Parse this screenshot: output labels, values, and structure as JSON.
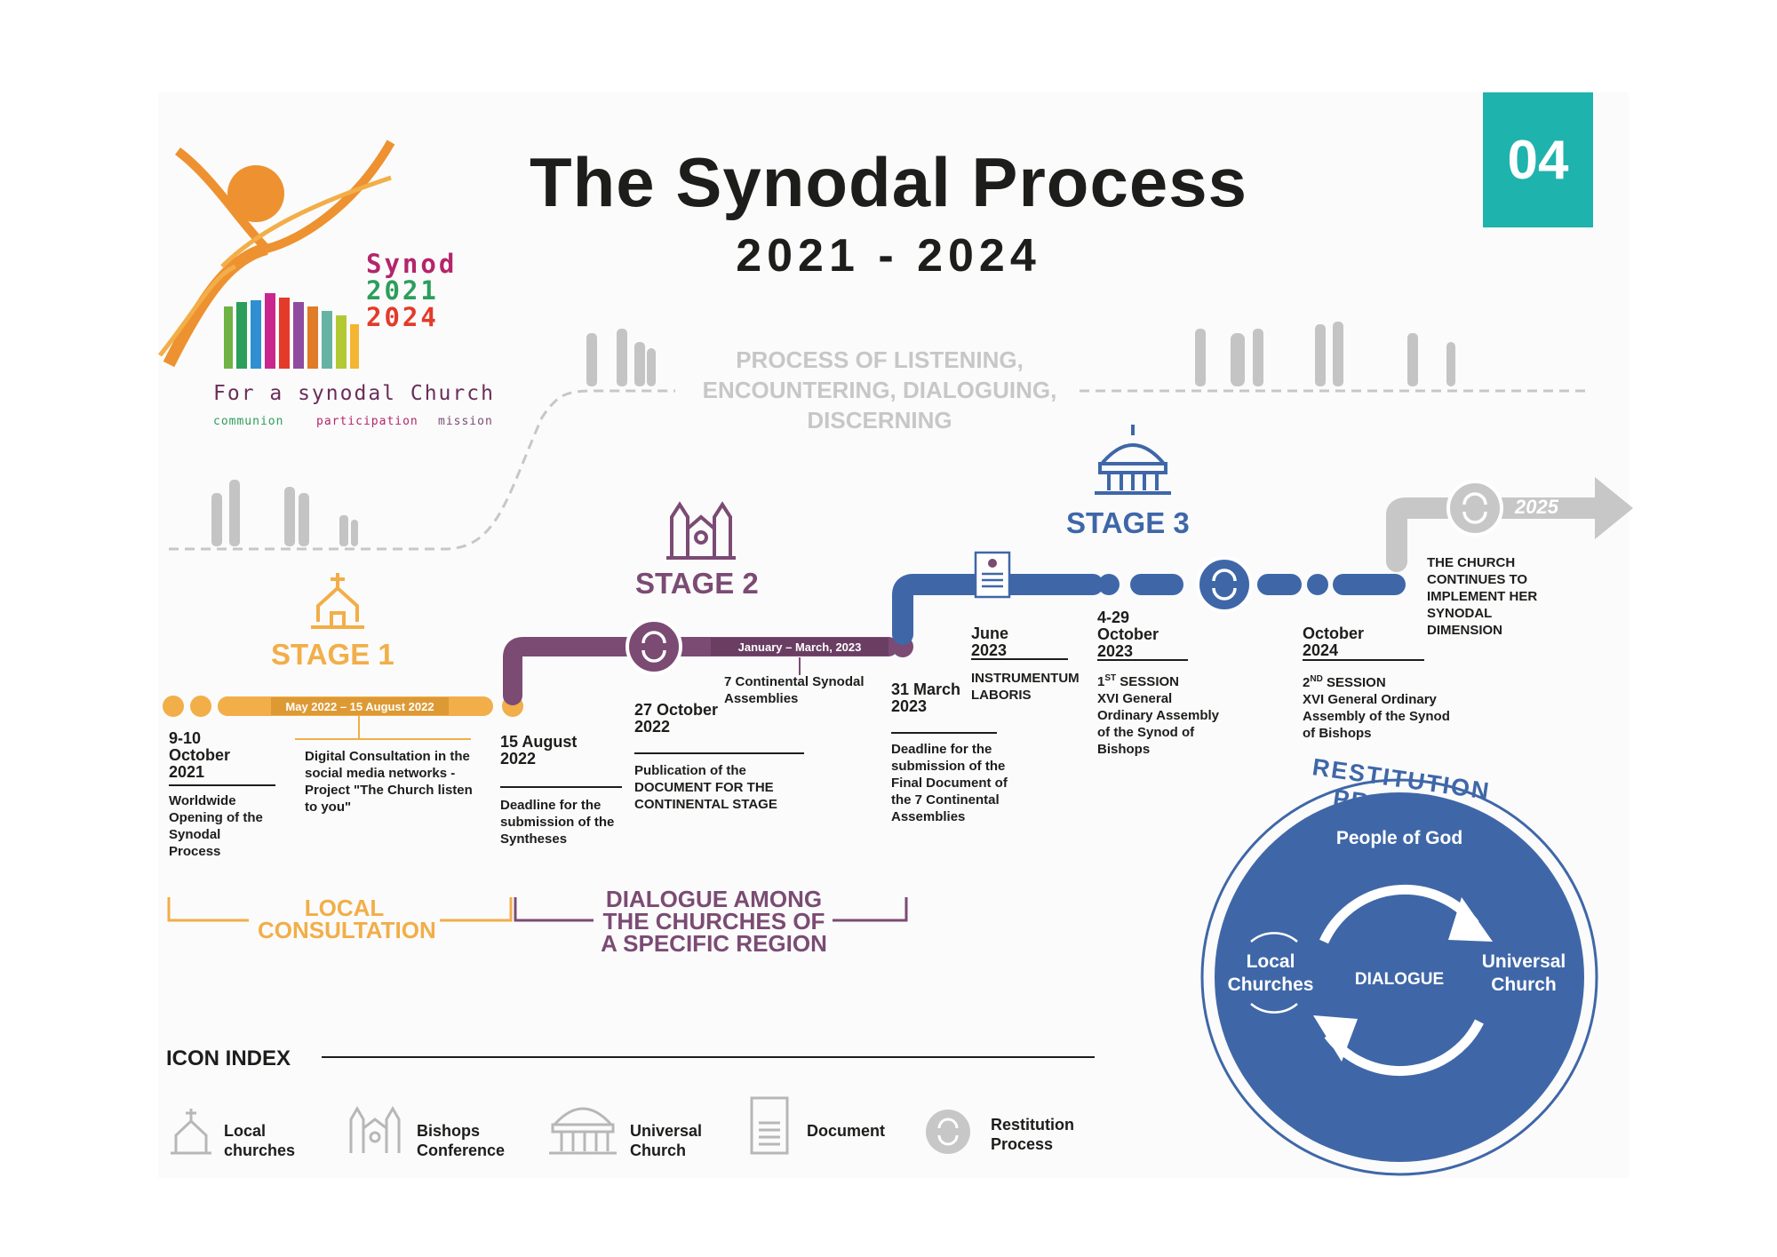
{
  "header": {
    "title": "The Synodal Process",
    "years": "2021  -  2024",
    "number": "04"
  },
  "logo": {
    "line1": "Synod",
    "line2": "2021",
    "line3": "2024",
    "tagline": "For a synodal Church",
    "sub1": "communion",
    "sub2": "participation",
    "sub3": "mission"
  },
  "listening": "PROCESS OF LISTENING, ENCOUNTERING, DIALOGUING, DISCERNING",
  "stages": {
    "stage1": "STAGE 1",
    "stage2": "STAGE 2",
    "stage3": "STAGE 3"
  },
  "periods": {
    "p1": "May 2022 – 15 August 2022",
    "p2": "January – March, 2023"
  },
  "year_2025": "2025",
  "events": {
    "e1_date": "9-10 October 2021",
    "e1_text": "Worldwide Opening of the Synodal Process",
    "e2_text": "Digital Consultation in the social media networks - Project \"The Church listen to you\"",
    "e3_date": "15 August 2022",
    "e3_text": "Deadline for the submission of the Syntheses",
    "e4_date": "27 October 2022",
    "e4_text": "Publication of the DOCUMENT FOR THE CONTINENTAL STAGE",
    "e5_text": "7 Continental Synodal Assemblies",
    "e6_date": "31 March 2023",
    "e6_text": "Deadline for the submission of the Final Document of the 7 Continental Assemblies",
    "e7_date": "June 2023",
    "e7_text": "INSTRUMENTUM LABORIS",
    "e8_date": "4-29 October 2023",
    "e8_session": "SESSION",
    "e8_text": "XVI General Ordinary Assembly of the Synod of Bishops",
    "e9_date": "October 2024",
    "e9_session": "SESSION",
    "e9_text": "XVI General Ordinary Assembly of the Synod of Bishops",
    "e10_text": "THE CHURCH CONTINUES TO IMPLEMENT HER SYNODAL DIMENSION"
  },
  "regions": {
    "local": "LOCAL CONSULTATION",
    "dialogue": "DIALOGUE AMONG THE CHURCHES OF A SPECIFIC REGION"
  },
  "restitution": {
    "arc_title": "RESTITUTION PROCESS",
    "people": "People of God",
    "local": "Local Churches",
    "dialogue": "DIALOGUE",
    "universal": "Universal Church"
  },
  "icon_index": {
    "title": "ICON INDEX",
    "items": [
      {
        "label": "Local churches",
        "icon": "church-icon"
      },
      {
        "label": "Bishops Conference",
        "icon": "cathedral-icon"
      },
      {
        "label": "Universal Church",
        "icon": "basilica-icon"
      },
      {
        "label": "Document",
        "icon": "document-icon"
      },
      {
        "label": "Restitution Process",
        "icon": "cycle-icon"
      }
    ]
  },
  "colors": {
    "orange": "#f2ae48",
    "purple": "#7b4b74",
    "blue": "#3f67a8",
    "teal": "#1fb3ad",
    "grey": "#c7c7c7"
  }
}
